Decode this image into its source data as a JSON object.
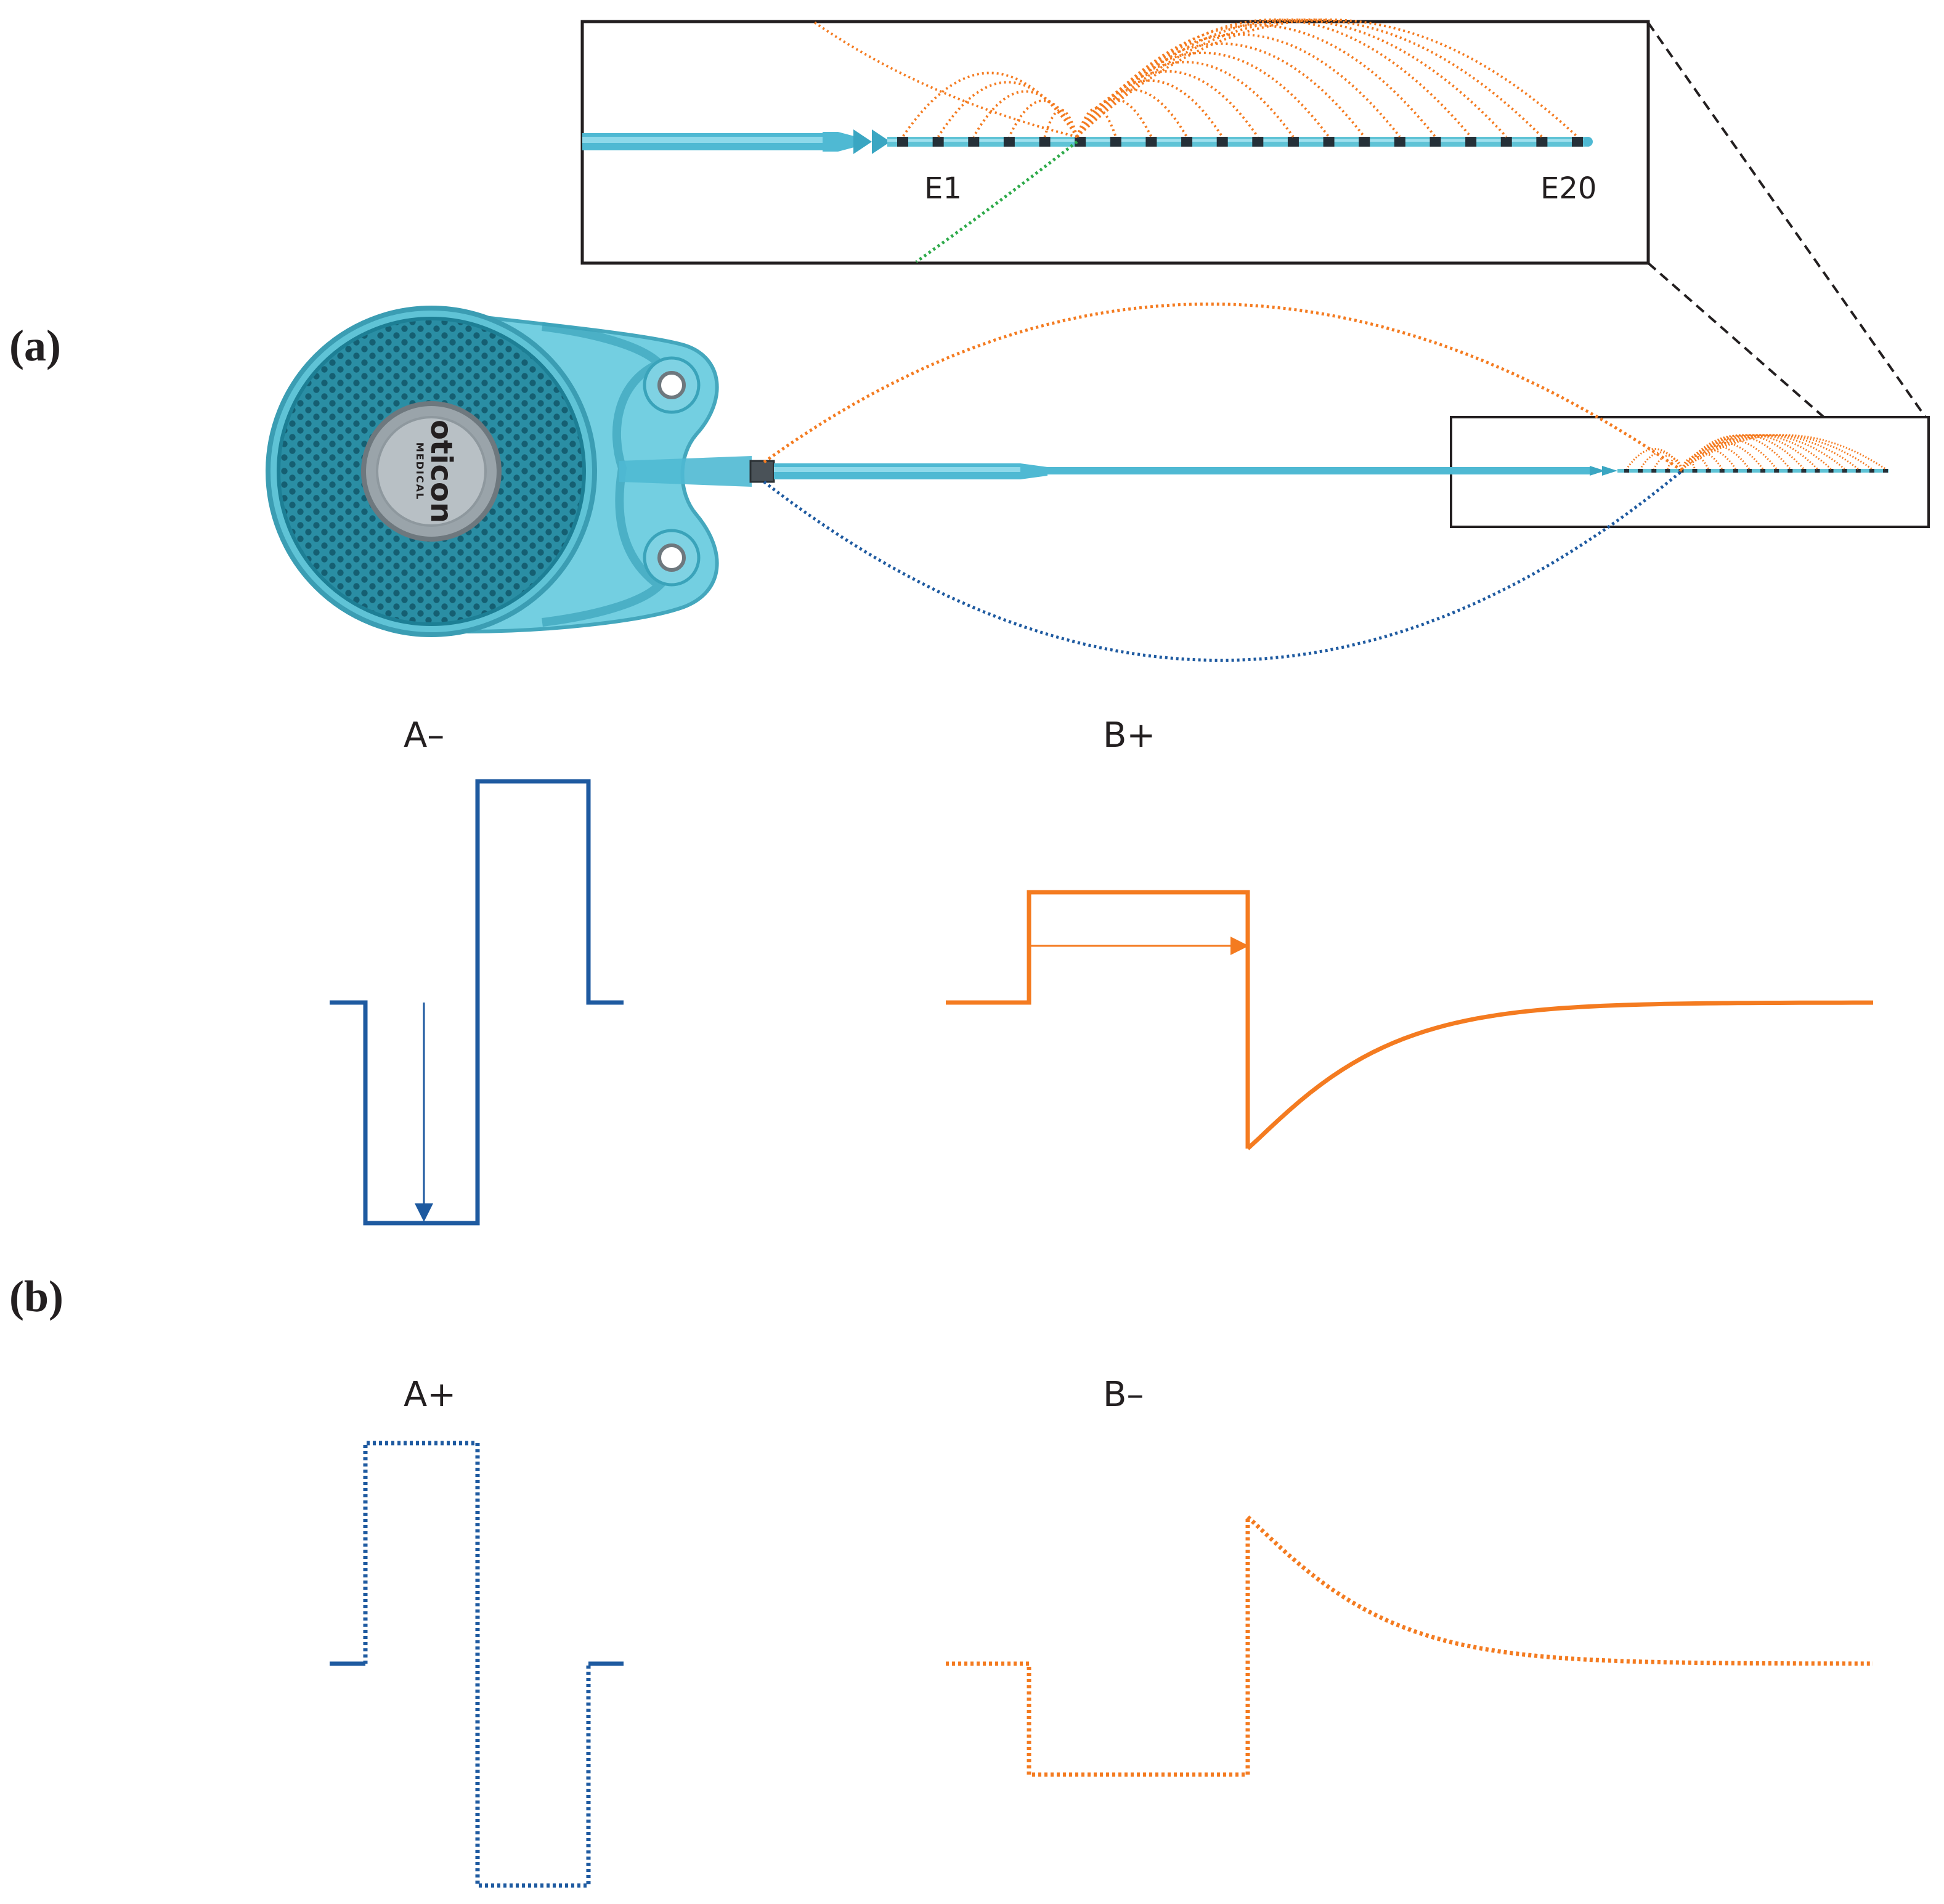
{
  "panels": {
    "a_label": "(a)",
    "b_label": "(b)"
  },
  "device": {
    "brand_line1": "oticon",
    "brand_line2": "MEDICAL"
  },
  "inset": {
    "electrode_first": "E1",
    "electrode_last": "E20",
    "electrode_count": 20
  },
  "waveforms": {
    "a_minus": "A–",
    "b_plus": "B+",
    "a_plus": "A+",
    "b_minus": "B–"
  },
  "colors": {
    "implant_body": "#5fc3d6",
    "implant_dark": "#1d7f95",
    "lead": "#4fb9d3",
    "orange_field": "#f47b20",
    "blue_return": "#1e5aa0",
    "green_path": "#2eaa4a",
    "frame": "#231f20"
  }
}
